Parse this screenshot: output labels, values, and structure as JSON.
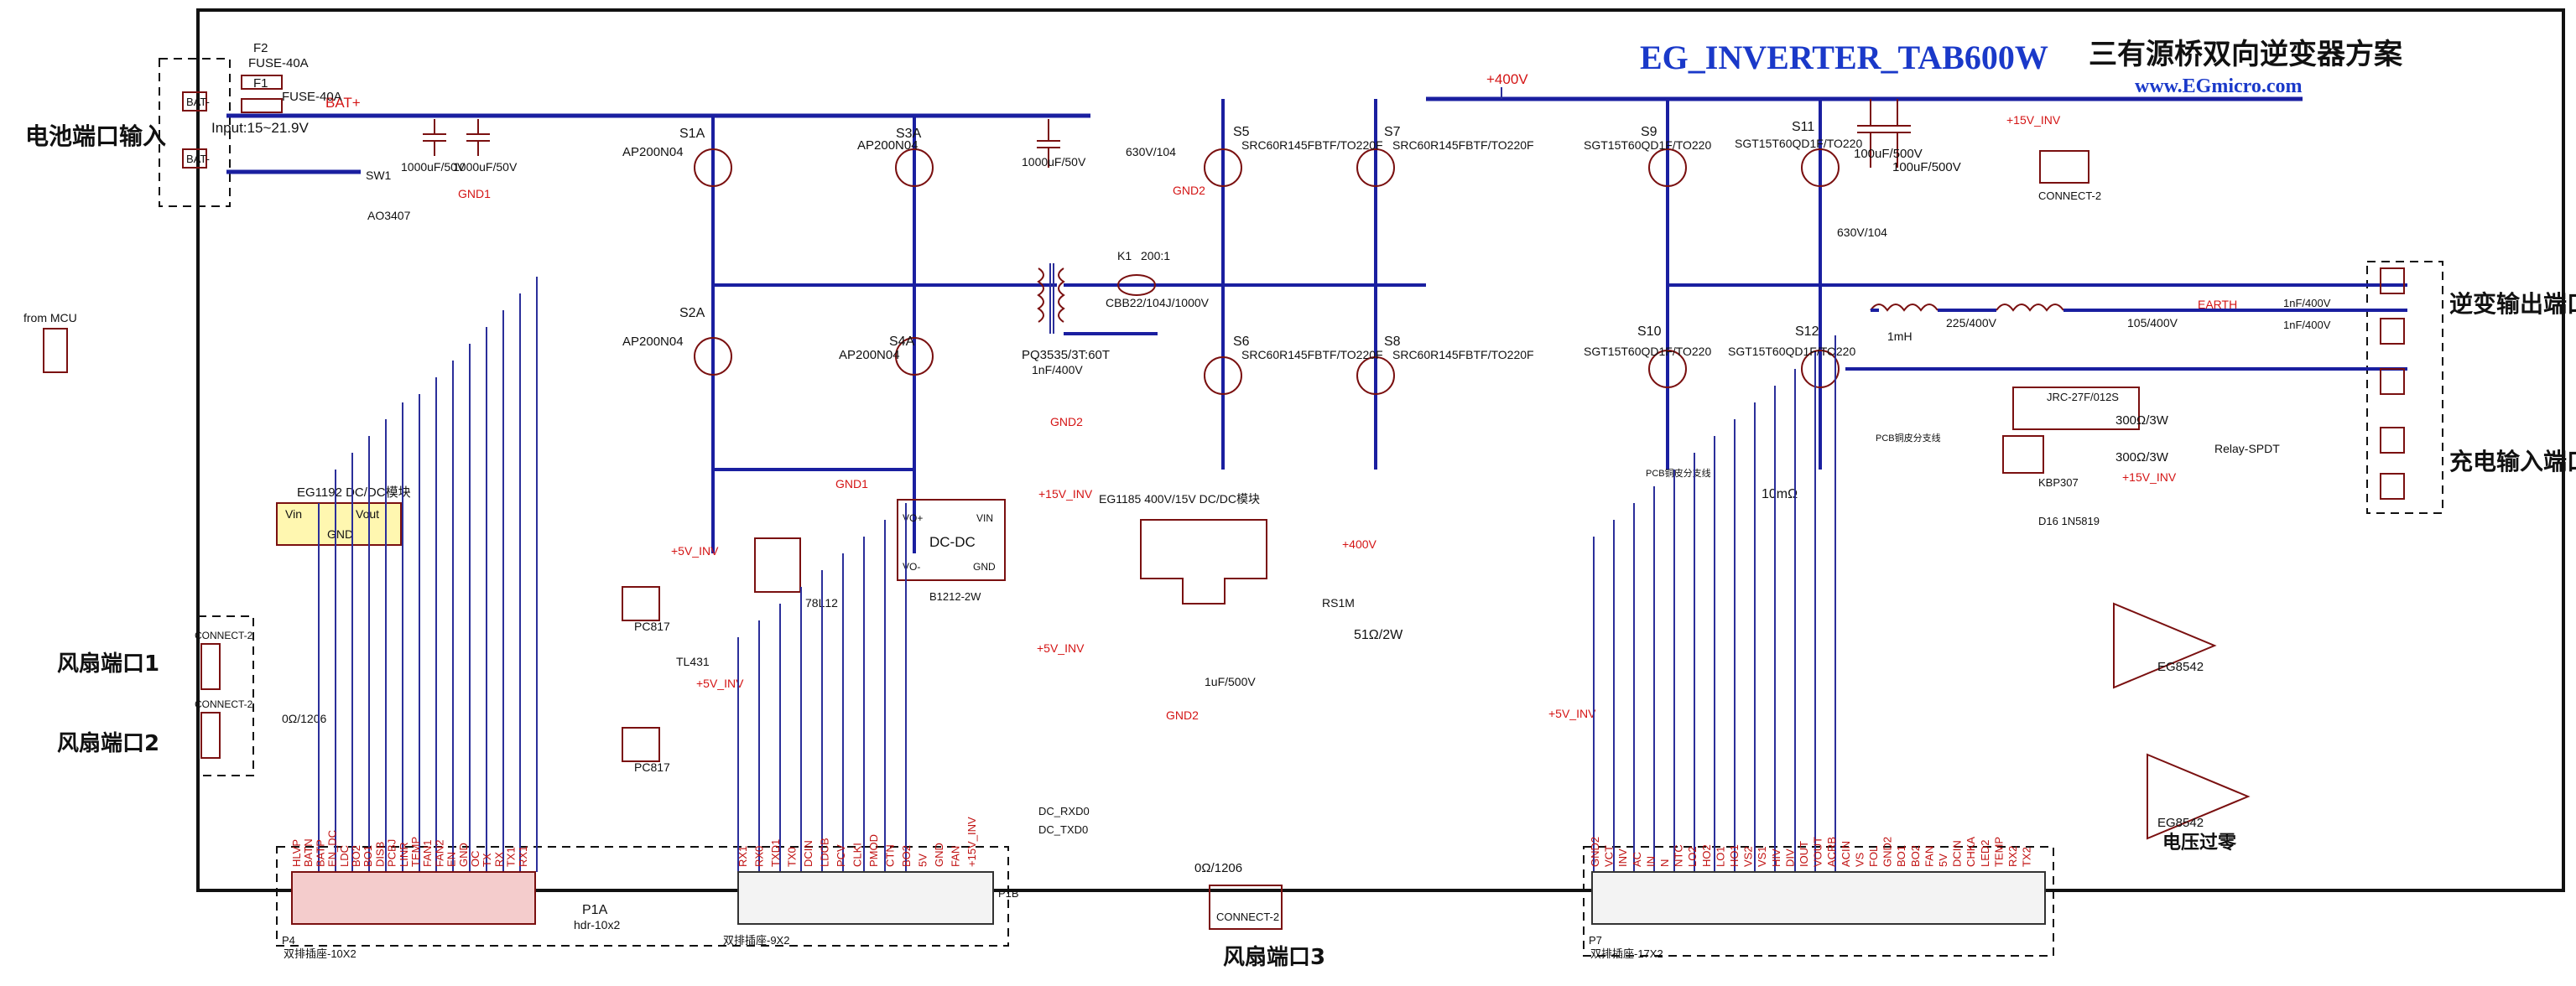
{
  "title": "EG_INVERTER_TAB600W",
  "subtitle_cn": "三有源桥双向逆变器方案",
  "website": "www.EGmicro.com",
  "ports": {
    "battery_in": "电池端口输入",
    "inverter_out": "逆变输出端口",
    "charge_in": "充电输入端口",
    "fan1": "风扇端口1",
    "fan2": "风扇端口2",
    "fan3": "风扇端口3",
    "voltage_zero": "电压过零"
  },
  "connectors": {
    "p1a": "P1A",
    "p1a_desc": "hdr-10x2",
    "p4_desc": "双排插座-10X2",
    "p1b": "P1B",
    "p1b_desc": "双排插座-9X2",
    "p7_desc": "双排插座-17X2",
    "p10": "CONNECT-2",
    "p11": "CONNECT-2",
    "p6": "CONNECT-2",
    "fan3_conn": "CONNECT-2",
    "from_mcu": "from MCU"
  },
  "modules": {
    "u2": "EG1192 DC/DC模块",
    "u2_vin": "Vin",
    "u2_vout": "Vout",
    "u2_gnd": "GND",
    "u4": "DC-DC",
    "u4_part": "B1212-2W",
    "u4_vop": "VO+",
    "u4_vom": "VO-",
    "u4_vin": "VIN",
    "u4_gnd": "GND",
    "m1": "EG1185 400V/15V DC/DC模块",
    "u10": "78L12",
    "u6_1": "EG8542",
    "u6_2": "EG8542",
    "t1": "PQ3535/3T:60T",
    "l1": "1mH",
    "k3": "Relay-SPDT",
    "k2": "JRC-27F/012S"
  },
  "mosfets": [
    {
      "ref": "S1A",
      "part": "AP200N04"
    },
    {
      "ref": "S2A",
      "part": "AP200N04"
    },
    {
      "ref": "S3A",
      "part": "AP200N04"
    },
    {
      "ref": "S4A",
      "part": "AP200N04"
    },
    {
      "ref": "S5",
      "part": "SRC60R145FBTF/TO220F"
    },
    {
      "ref": "S6",
      "part": "SRC60R145FBTF/TO220F"
    },
    {
      "ref": "S7",
      "part": "SRC60R145FBTF/TO220F"
    },
    {
      "ref": "S8",
      "part": "SRC60R145FBTF/TO220F"
    },
    {
      "ref": "S9",
      "part": "SGT15T60QD1F/TO220"
    },
    {
      "ref": "S10",
      "part": "SGT15T60QD1F/TO220"
    },
    {
      "ref": "S11",
      "part": "SGT15T60QD1F/TO220"
    },
    {
      "ref": "S12",
      "part": "SGT15T60QD1F/TO220"
    }
  ],
  "rails": {
    "p400": "+400V",
    "p15inv": "+15V_INV",
    "p5inv": "+5V_INV",
    "gnd1": "GND1",
    "gnd2": "GND2",
    "bat": "BAT+",
    "input_range": "Input:15~21.9V"
  },
  "labels": {
    "f1": "F1",
    "f2": "F2",
    "fuse1": "FUSE-40A",
    "fuse2": "FUSE-40A",
    "c1": "1000uF/50V",
    "c2": "1000uF/50V",
    "c37": "CBB22/104J/1000V",
    "c38": "630V/104",
    "c6": "630V/104",
    "c8": "100uF/500V",
    "c9": "100uF/500V",
    "c16": "1nF/400V",
    "c30": "1uF/500V",
    "c12": "1nF/400V",
    "c15": "1nF/400V",
    "c14": "105/400V",
    "c13": "225/400V",
    "r69": "51Ω/2W",
    "r93": "300Ω/3W",
    "r94": "300Ω/3W",
    "r14": "10mΩ",
    "pcb_note": "PCB铜皮分支线",
    "earth": "EARTH",
    "p4_label": "P4",
    "p7_label": "P7",
    "k1": "K1",
    "k1_val": "200:1",
    "d33": "RS1M",
    "sw1": "SW1",
    "q3": "AO3407",
    "u5": "PC817",
    "u7": "PC817",
    "u8": "TL431",
    "kbp": "KBP307",
    "d16": "D16 1N5819",
    "r88": "0Ω/1206",
    "r29": "0Ω/1206",
    "dc_rxd": "DC_RXD0",
    "dc_txd": "DC_TXD0"
  },
  "pinmap": {
    "p1a_pins": [
      "HLVP",
      "BATN",
      "BATP",
      "EN_DC",
      "LDC",
      "BO2",
      "BO1",
      "DISB",
      "PCBJ",
      "LINR",
      "TEMP",
      "FAN1",
      "FAN2",
      "EN",
      "GND",
      "OC",
      "TX",
      "RX",
      "TX1",
      "RX1"
    ],
    "p1b_pins": [
      "RX1",
      "RX0",
      "TXD1",
      "TX0",
      "DCIN",
      "LDCB",
      "PCV",
      "CLKI",
      "PMOD",
      "CTN",
      "BO2",
      "5V",
      "GND",
      "FAN",
      "+15V_INV"
    ],
    "p7_pins": [
      "GND2",
      "VCT",
      "INV",
      "AC",
      "IN",
      "N",
      "NTC",
      "LO2",
      "HO2",
      "LO1",
      "HO1",
      "VS2",
      "VS1",
      "HIV",
      "DIV",
      "IOUT",
      "VOUT",
      "ACRB",
      "ACIN",
      "VS",
      "FOL",
      "GND2",
      "BO1",
      "BO2",
      "FAN",
      "5V",
      "DCIN",
      "CHKA",
      "LED2",
      "TEMP",
      "RX2",
      "TX2"
    ]
  }
}
